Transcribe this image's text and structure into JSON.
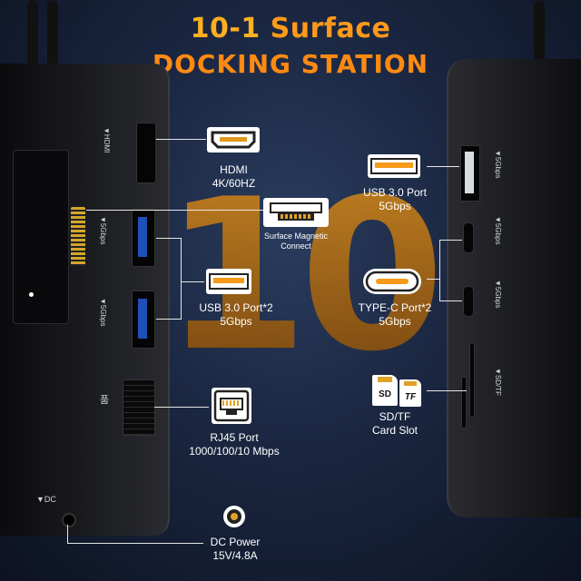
{
  "title": {
    "line1_num": "10-1",
    "line1_text": "Surface",
    "line2": "DOCKING STATION"
  },
  "watermark": "10",
  "side_labels": {
    "hdmi": "▼HDMI",
    "usb1": "▼5Gbps",
    "usb2": "▼5Gbps",
    "rj45": "품",
    "dc": "▼DC",
    "r_usb": "▼5Gbps",
    "r_typec1": "▼5Gbps",
    "r_typec2": "▼5Gbps",
    "r_sdtf": "▼SD/TF"
  },
  "ports": {
    "hdmi": {
      "line1": "HDMI",
      "line2": "4K/60HZ"
    },
    "surface": {
      "line1": "Surface Magnetic",
      "line2": "Connect"
    },
    "usb3x2": {
      "line1": "USB 3.0 Port*2",
      "line2": "5Gbps"
    },
    "rj45": {
      "line1": "RJ45 Port",
      "line2": "1000/100/10 Mbps"
    },
    "dc": {
      "line1": "DC Power",
      "line2": "15V/4.8A"
    },
    "usb3": {
      "line1": "USB 3.0 Port",
      "line2": "5Gbps"
    },
    "typec": {
      "line1": "TYPE-C Port*2",
      "line2": "5Gbps"
    },
    "sdtf": {
      "line1": "SD/TF",
      "line2": "Card Slot",
      "sd": "SD",
      "tf": "TF"
    }
  },
  "colors": {
    "accent": "#ff8a12",
    "usb_orange": "#f59a1a",
    "usb_blue": "#1f4fb8"
  }
}
